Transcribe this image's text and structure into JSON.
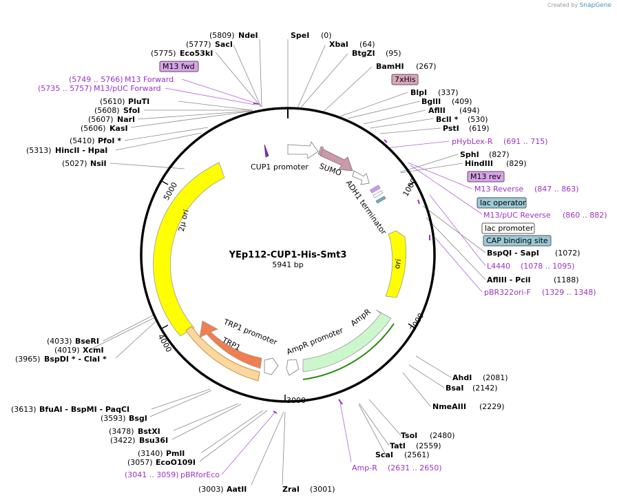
{
  "brand": {
    "created_by": "Created by",
    "name": "SnapGene"
  },
  "plasmid": {
    "name": "YEp112-CUP1-His-Smt3",
    "length": "5941 bp"
  },
  "ticks": [
    "1000",
    "2000",
    "3000",
    "4000",
    "5000"
  ],
  "sites_left": [
    {
      "pos": "(5809)",
      "name": "NdeI"
    },
    {
      "pos": "(5777)",
      "name": "SacI"
    },
    {
      "pos": "(5775)",
      "name": "Eco53kI"
    },
    {
      "pos": "(5610)",
      "name": "PluTI"
    },
    {
      "pos": "(5608)",
      "name": "SfoI"
    },
    {
      "pos": "(5607)",
      "name": "NarI"
    },
    {
      "pos": "(5606)",
      "name": "KasI"
    },
    {
      "pos": "(5410)",
      "name": "PfoI *"
    },
    {
      "pos": "(5313)",
      "name": "HincII - HpaI"
    },
    {
      "pos": "(5027)",
      "name": "NsiI"
    },
    {
      "pos": "(4033)",
      "name": "BseRI"
    },
    {
      "pos": "(4019)",
      "name": "XcmI"
    },
    {
      "pos": "(3965)",
      "name": "BspDI * - ClaI *"
    },
    {
      "pos": "(3613)",
      "name": "BfuAI - BspMI - PaqCI"
    },
    {
      "pos": "(3593)",
      "name": "BsgI"
    },
    {
      "pos": "(3478)",
      "name": "BstXI"
    },
    {
      "pos": "(3422)",
      "name": "Bsu36I"
    },
    {
      "pos": "(3140)",
      "name": "PmlI"
    },
    {
      "pos": "(3057)",
      "name": "EcoO109I"
    },
    {
      "pos": "(3003)",
      "name": "AatII"
    }
  ],
  "sites_right": [
    {
      "name": "SpeI",
      "pos": "(0)"
    },
    {
      "name": "XbaI",
      "pos": "(64)"
    },
    {
      "name": "BtgZI",
      "pos": "(95)"
    },
    {
      "name": "BamHI",
      "pos": "(267)"
    },
    {
      "name": "BlpI",
      "pos": "(337)"
    },
    {
      "name": "BglII",
      "pos": "(409)"
    },
    {
      "name": "AflII",
      "pos": "(494)"
    },
    {
      "name": "BclI *",
      "pos": "(530)"
    },
    {
      "name": "PstI",
      "pos": "(619)"
    },
    {
      "name": "SphI",
      "pos": "(827)"
    },
    {
      "name": "HindIII",
      "pos": "(829)"
    },
    {
      "name": "BspQI - SapI",
      "pos": "(1072)"
    },
    {
      "name": "AflIII - PciI",
      "pos": "(1188)"
    },
    {
      "name": "AhdI",
      "pos": "(2081)"
    },
    {
      "name": "BsaI",
      "pos": "(2142)"
    },
    {
      "name": "NmeAIII",
      "pos": "(2229)"
    },
    {
      "name": "TsoI",
      "pos": "(2480)"
    },
    {
      "name": "TatI",
      "pos": "(2559)"
    },
    {
      "name": "ScaI",
      "pos": "(2561)"
    },
    {
      "name": "ZraI",
      "pos": "(3001)"
    }
  ],
  "primers": [
    {
      "range": "(5749 .. 5766)",
      "name": "M13 Forward"
    },
    {
      "range": "(5735 .. 5757)",
      "name": "M13/pUC Forward"
    },
    {
      "name": "pHybLex-R",
      "range": "(691 .. 715)"
    },
    {
      "name": "M13 Reverse",
      "range": "(847 .. 863)"
    },
    {
      "name": "M13/pUC Reverse",
      "range": "(860 .. 882)"
    },
    {
      "name": "L4440",
      "range": "(1078 .. 1095)"
    },
    {
      "name": "pBR322ori-F",
      "range": "(1329 .. 1348)"
    },
    {
      "name": "Amp-R",
      "range": "(2631 .. 2650)"
    },
    {
      "range": "(3041 .. 3059)",
      "name": "pBRforEco"
    }
  ],
  "boxed_features": [
    {
      "name": "M13 fwd",
      "color": "#d9a3e8"
    },
    {
      "name": "7xHis",
      "color": "#dba5bd"
    },
    {
      "name": "M13 rev",
      "color": "#d9a3e8"
    },
    {
      "name": "lac operator",
      "color": "#9bc9d6"
    },
    {
      "name": "lac promoter",
      "color": "#ffffff"
    },
    {
      "name": "CAP binding site",
      "color": "#9bc9d6"
    }
  ],
  "features": {
    "cup1": "CUP1 promoter",
    "sumo": "SUMO",
    "adh1": "ADH1 terminator",
    "ori": "ori",
    "ampr": "AmpR",
    "ampr_promoter": "AmpR promoter",
    "trp1": "TRP1",
    "trp1_promoter": "TRP1 promoter",
    "two_micron": "2μ ori"
  },
  "colors": {
    "yellow": "#ffff00",
    "trp1": "#f07f4f",
    "ampr": "#ccf7cc",
    "sumo": "#cc99aa",
    "primer": "#9b30c8"
  }
}
